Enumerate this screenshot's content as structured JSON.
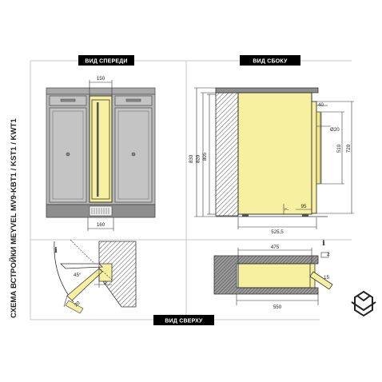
{
  "labels": {
    "front": "ВИД СПЕРЕДИ",
    "side": "ВИД СБОКУ",
    "top": "ВИД СВЕРХУ",
    "vertical_title": "СХЕМА ВСТРОЙКИ MEYVEL MV9-KBT1 / KST1 / KWT1"
  },
  "front_dims": {
    "top_width": "150",
    "bottom_width": "160"
  },
  "side_dims": {
    "h830": "830",
    "h820": "820",
    "h805": "805",
    "d40": "40",
    "d20": "Ø20",
    "h510": "510",
    "h720": "720",
    "d525": "525,5",
    "d95": "95",
    "d7": "7"
  },
  "top_dims": {
    "w475": "475",
    "w550": "550",
    "g2": "2",
    "g15": "15",
    "d2": "2",
    "angle": "45°",
    "d20": "20",
    "info_symbol": "i"
  },
  "colors": {
    "fridge_fill": "#f7f0a0",
    "cabinet": "#b8b8b8",
    "cabinet_dark": "#8e8e8e",
    "label_bg": "#000000",
    "frame_line": "#c9c9c9"
  },
  "icons": [
    "brand-logo-icon",
    "info-icon"
  ]
}
